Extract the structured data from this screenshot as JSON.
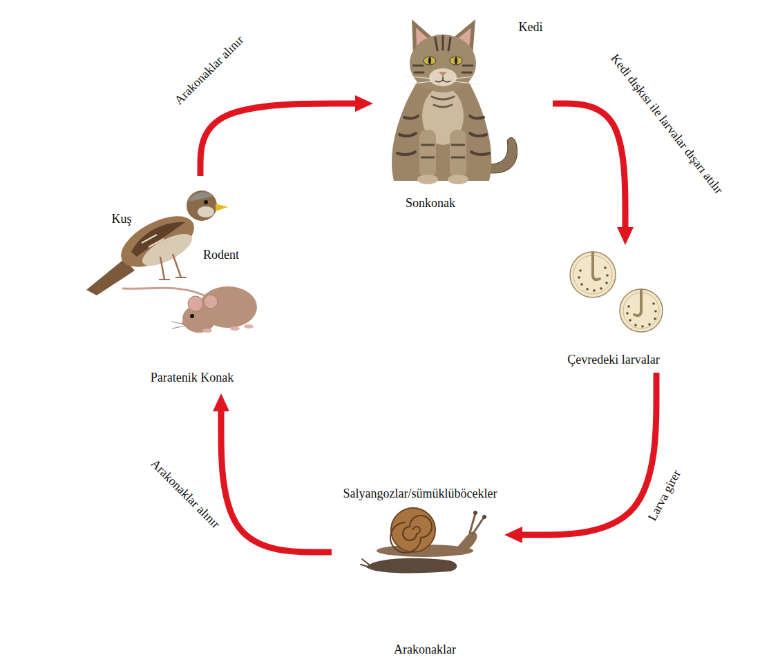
{
  "diagram": {
    "nodes": [
      {
        "text": [
          "Kedi",
          "Sonkonak"
        ]
      },
      {
        "text": [
          "Çevredeki larvalar"
        ]
      },
      {
        "text": [
          "Salyangozlar/sümüklüböcekler",
          "Arakonaklar"
        ]
      },
      {
        "text": [
          "Kuş",
          "Rodent",
          "Paratenik Konak"
        ]
      }
    ],
    "edges": [
      {
        "from": 0,
        "to": 1,
        "label": "Kedi dışkısı ile larvalar dışarı atılır",
        "arrow": "to"
      },
      {
        "from": 1,
        "to": 2,
        "label": "Larva girer",
        "arrow": "to"
      },
      {
        "from": 2,
        "to": 3,
        "label": "Arakonaklar alınır",
        "arrow": "to"
      },
      {
        "from": 3,
        "to": 0,
        "label": "Arakonaklar alınır",
        "arrow": "to"
      }
    ]
  }
}
